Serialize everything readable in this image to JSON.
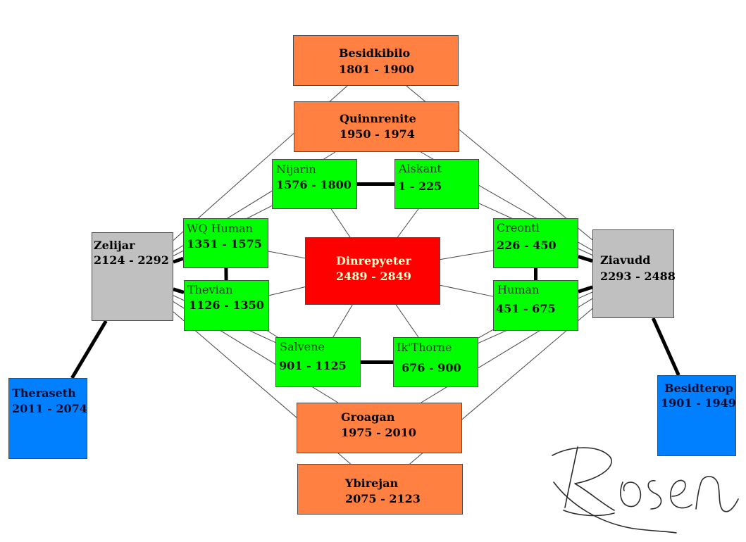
{
  "colors": {
    "orange": "#ff8040",
    "green": "#00ff00",
    "grey": "#c0c0c0",
    "red": "#ff0000",
    "blue": "#0080ff",
    "thin_line": "#444444",
    "thick_line": "#000000"
  },
  "nodes": {
    "besidkibilo": {
      "name": "Besidkibilo",
      "years": "1801 - 1900"
    },
    "quinnrenite": {
      "name": "Quinnrenite",
      "years": "1950 - 1974"
    },
    "nijarin": {
      "name": "Nijarin",
      "years": "1576 - 1800"
    },
    "alskant": {
      "name": "Alskant",
      "years": "1 - 225"
    },
    "wqhuman": {
      "name": "WQ Human",
      "years": "1351 - 1575"
    },
    "thevian": {
      "name": "Thevian",
      "years": "1126 - 1350"
    },
    "dinrepyeter": {
      "name": "Dinrepyeter",
      "years": "2489 - 2849"
    },
    "creonti": {
      "name": "Creonti",
      "years": "226 - 450"
    },
    "human": {
      "name": "Human",
      "years": "451 - 675"
    },
    "zelijar": {
      "name": "Zelijar",
      "years": "2124 - 2292"
    },
    "ziavudd": {
      "name": "Ziavudd",
      "years": "2293 - 2488"
    },
    "salvene": {
      "name": "Salvene",
      "years": "901 - 1125"
    },
    "ikthorne": {
      "name": "Ik'Thorne",
      "years": "676 - 900"
    },
    "groagan": {
      "name": "Groagan",
      "years": "1975 - 2010"
    },
    "ybirejan": {
      "name": "Ybirejan",
      "years": "2075 - 2123"
    },
    "theraseth": {
      "name": "Theraseth",
      "years": "2011 - 2074"
    },
    "besidterop": {
      "name": "Besidterop",
      "years": "1901 - 1949"
    }
  },
  "edges": {
    "thin": [
      [
        "zelijar",
        "besidkibilo"
      ],
      [
        "zelijar",
        "quinnrenite"
      ],
      [
        "zelijar",
        "groagan"
      ],
      [
        "zelijar",
        "ybirejan"
      ],
      [
        "ziavudd",
        "besidkibilo"
      ],
      [
        "ziavudd",
        "quinnrenite"
      ],
      [
        "ziavudd",
        "groagan"
      ],
      [
        "ziavudd",
        "ybirejan"
      ],
      [
        "zelijar",
        "nijarin"
      ],
      [
        "zelijar",
        "salvene"
      ],
      [
        "ziavudd",
        "alskant"
      ],
      [
        "ziavudd",
        "ikthorne"
      ],
      [
        "dinrepyeter",
        "nijarin"
      ],
      [
        "dinrepyeter",
        "alskant"
      ],
      [
        "dinrepyeter",
        "wqhuman"
      ],
      [
        "dinrepyeter",
        "thevian"
      ],
      [
        "dinrepyeter",
        "creonti"
      ],
      [
        "dinrepyeter",
        "human"
      ],
      [
        "dinrepyeter",
        "salvene"
      ],
      [
        "dinrepyeter",
        "ikthorne"
      ],
      [
        "thevian",
        "salvene"
      ],
      [
        "human",
        "ikthorne"
      ]
    ],
    "thick": [
      [
        "nijarin",
        "alskant"
      ],
      [
        "wqhuman",
        "thevian"
      ],
      [
        "creonti",
        "human"
      ],
      [
        "salvene",
        "ikthorne"
      ],
      [
        "zelijar",
        "wqhuman"
      ],
      [
        "zelijar",
        "thevian"
      ],
      [
        "ziavudd",
        "creonti"
      ],
      [
        "ziavudd",
        "human"
      ],
      [
        "zelijar",
        "theraseth"
      ],
      [
        "ziavudd",
        "besidterop"
      ]
    ]
  }
}
